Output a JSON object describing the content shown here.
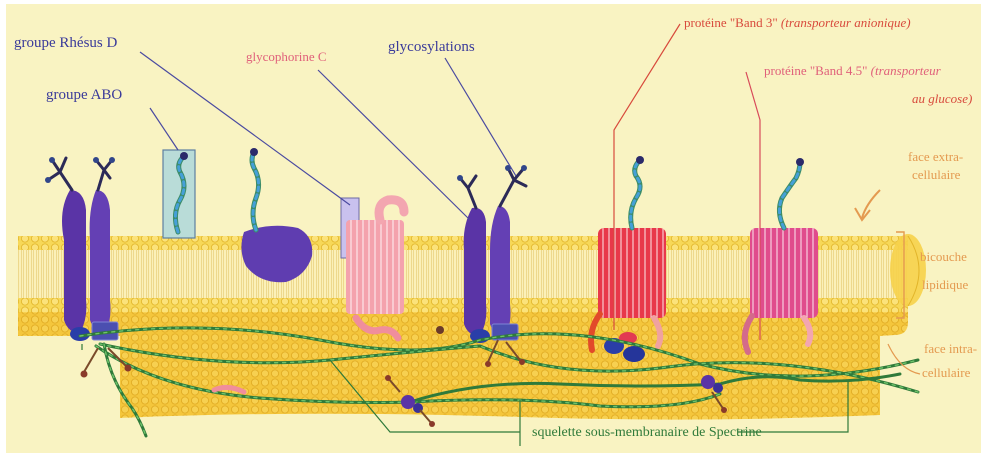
{
  "labels": {
    "rhesus": "groupe Rhésus D",
    "abo": "groupe ABO",
    "glycophorine": "glycophorine C",
    "glycosylations": "glycosylations",
    "band3_name": "protéine \"Band 3\"",
    "band3_desc": "(transporteur anionique)",
    "band45_name": "protéine \"Band 4.5\"",
    "band45_desc_1": "(transporteur",
    "band45_desc_2": "au glucose)",
    "face_extra_1": "face extra-",
    "face_extra_2": "cellulaire",
    "bicouche_1": "bicouche",
    "bicouche_2": "lipidique",
    "face_intra_1": "face intra-",
    "face_intra_2": "cellulaire",
    "spectrine": "squelette sous-membranaire de Spectrine"
  },
  "colors": {
    "background": "#f9f3c2",
    "membrane": "#f6d24a",
    "membrane_dark": "#e9b92c",
    "protein_purple": "#5a34a6",
    "band3": "#e8384a",
    "band45": "#e04c8c",
    "glycophorine": "#f08e9c",
    "spectrin": "#2f7a3a",
    "label_blue": "#3a3a9a",
    "label_red": "#d84a3c",
    "label_orange": "#e49a50"
  }
}
